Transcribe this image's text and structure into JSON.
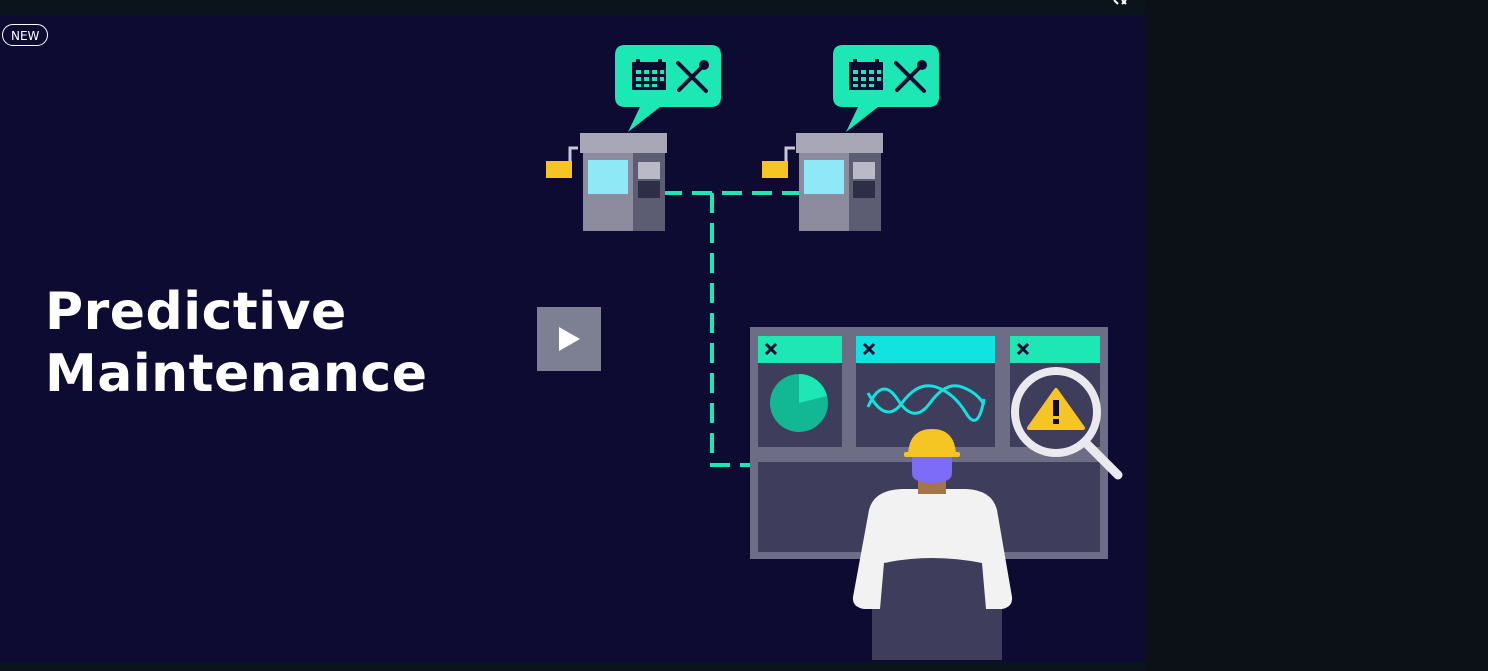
{
  "badge": {
    "label": "NEW"
  },
  "video": {
    "title_line1": "Predictive",
    "title_line2": "Maintenance",
    "play_icon": "play-icon"
  },
  "illustration": {
    "icons": [
      "calendar-icon",
      "wrench-screwdriver-icon",
      "machine-icon",
      "pie-chart-icon",
      "wave-chart-icon",
      "warning-icon",
      "magnifier-icon",
      "worker-icon"
    ]
  },
  "colors": {
    "stage_bg": "#0e0b33",
    "accent": "#1de7b4",
    "accent_cyan": "#10e3e0",
    "warning": "#f5c623",
    "machine": "#8c8c9e",
    "panel": "#3e3e5c",
    "worker_helmet": "#f5c623",
    "worker_face": "#7d6cf5"
  }
}
